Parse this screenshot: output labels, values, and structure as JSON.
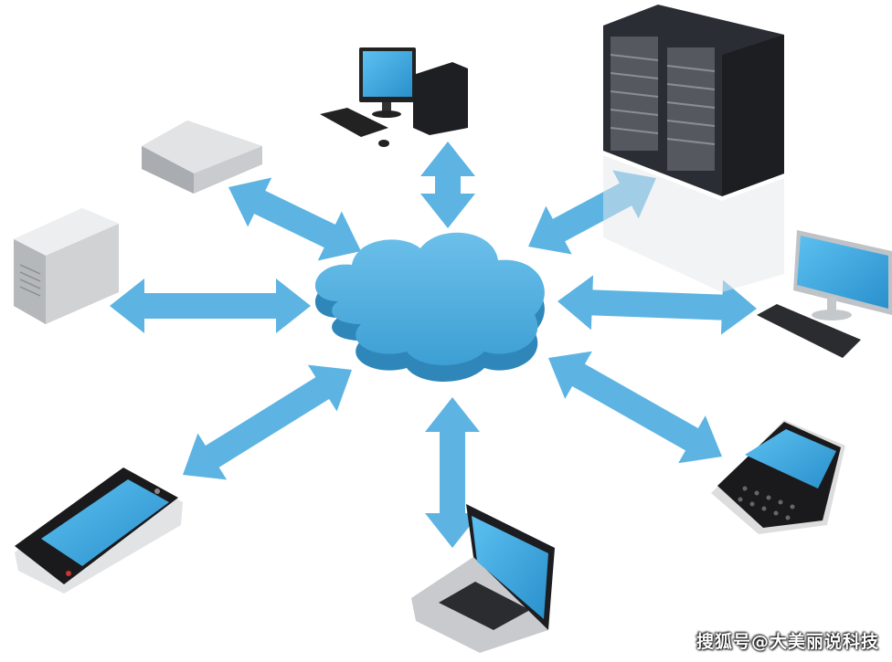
{
  "watermark": "搜狐号@大美丽说科技",
  "colors": {
    "cloud": "#4aa8d8",
    "arrow": "#4faee0",
    "device_dark": "#2a2d33",
    "screen": "#3aa6e0"
  },
  "nodes": [
    "desktop-computer",
    "server-rack",
    "monitor-keyboard",
    "smartphone-qwerty",
    "laptop",
    "smartphone-touch",
    "tower-server",
    "network-appliance"
  ],
  "center": "cloud"
}
